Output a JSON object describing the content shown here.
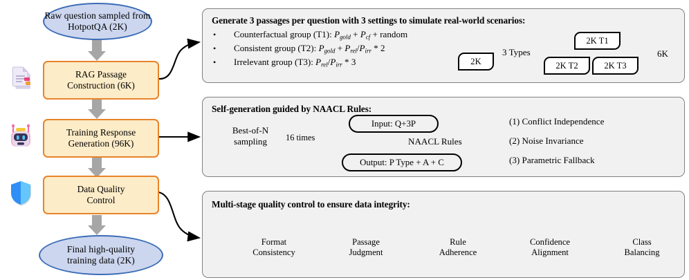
{
  "pipeline": {
    "start_node": {
      "name": "raw-question-node",
      "line1": "Raw question sampled from",
      "line2": "HotpotQA (2K)"
    },
    "steps": [
      {
        "name": "rag-passage-construction",
        "icon": "document-icon",
        "line1": "RAG Passage",
        "line2": "Construction (6K)"
      },
      {
        "name": "training-response-generation",
        "icon": "robot-icon",
        "line1": "Training Response",
        "line2": "Generation (96K)"
      },
      {
        "name": "data-quality-control",
        "icon": "shield-icon",
        "line1": "Data Quality",
        "line2": "Control"
      }
    ],
    "end_node": {
      "name": "final-training-data-node",
      "line1": "Final high-quality",
      "line2": "training data (2K)"
    }
  },
  "panel1": {
    "title": "Generate 3 passages per question with 3 settings to simulate real-world scenarios:",
    "bullets": [
      {
        "label": "Counterfactual group (T1):",
        "formula_html": "<i class=\"mv\">P<sub>gold</sub></i> + <i class=\"mv\">P<sub>cf</sub></i> + random"
      },
      {
        "label": "Consistent group (T2):",
        "formula_html": "<i class=\"mv\">P<sub>gold</sub></i> + <i class=\"mv\">P<sub>rel</sub></i>/<i class=\"mv\">P<sub>irr</sub></i> * 2"
      },
      {
        "label": "Irrelevant group (T3):",
        "formula_html": "<i class=\"mv\">P<sub>rel</sub></i>/<i class=\"mv\">P<sub>irr</sub></i> * 3"
      }
    ],
    "source_tag": "2K",
    "arrow_label": "3 Types",
    "result_tags": [
      "2K T1",
      "2K T2",
      "2K T3"
    ],
    "total_label": "6K"
  },
  "panel2": {
    "title": "Self-generation guided by NAACL Rules:",
    "sampling_line1": "Best-of-N",
    "sampling_line2": "sampling",
    "loop_label": "16 times",
    "input_pill": "Input: Q+3P",
    "output_pill": "Output: P Type + A + C",
    "middle_label": "NAACL Rules",
    "rules": [
      "(1) Conflict Independence",
      "(2) Noise Invariance",
      "(3) Parametric Fallback"
    ]
  },
  "panel3": {
    "title": "Multi-stage quality control to ensure data integrity:",
    "stages": [
      {
        "line1": "Format",
        "line2": "Consistency"
      },
      {
        "line1": "Passage",
        "line2": "Judgment"
      },
      {
        "line1": "Rule",
        "line2": "Adherence"
      },
      {
        "line1": "Confidence",
        "line2": "Alignment"
      },
      {
        "line1": "Class",
        "line2": "Balancing"
      }
    ]
  },
  "colors": {
    "node_fill": "#ccd6ee",
    "node_stroke": "#3b6cb7",
    "process_fill": "#fdecc8",
    "process_stroke": "#e8832a",
    "panel_fill": "#f1f1f1",
    "panel_stroke": "#808080",
    "arrow_gray": "#a6a6a6"
  }
}
